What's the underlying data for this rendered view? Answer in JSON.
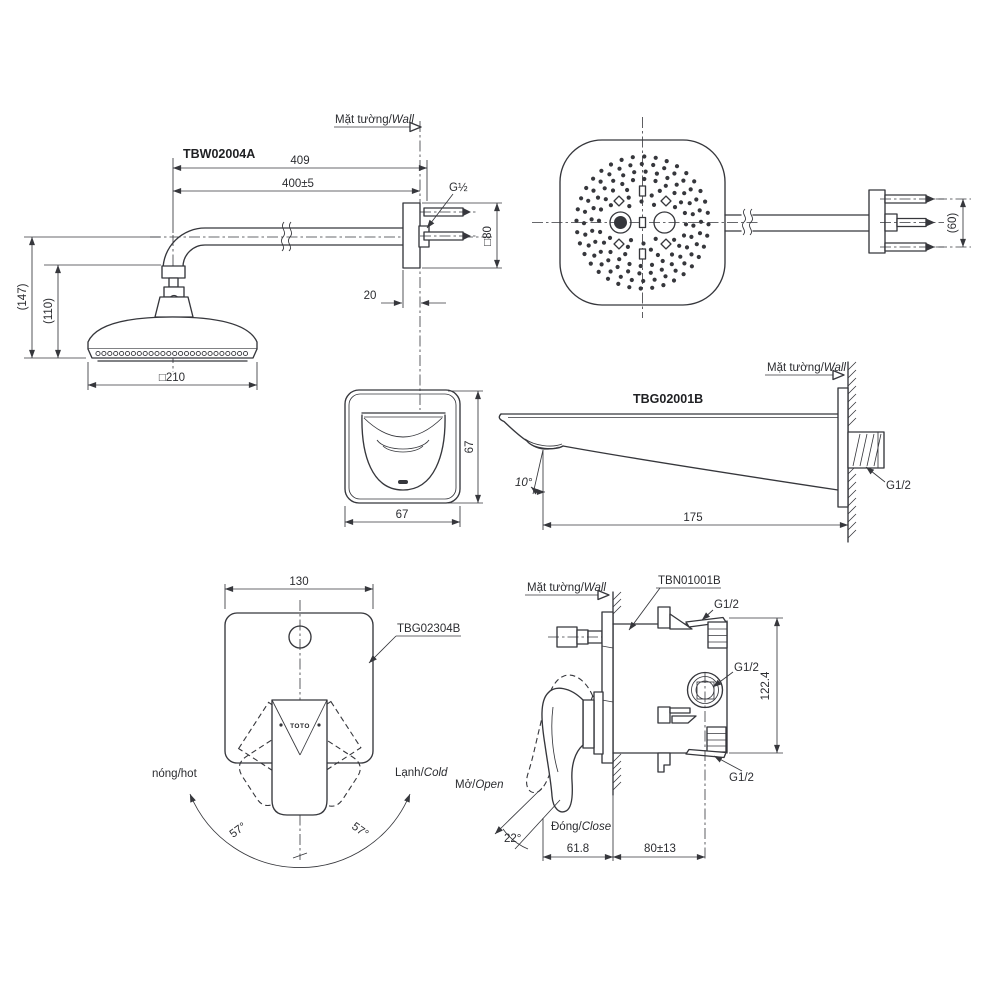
{
  "colors": {
    "background": "#ffffff",
    "line": "#36373c",
    "text": "#2b2c30"
  },
  "views": {
    "shower_head_side": {
      "part_no": "TBW02004A",
      "wall_label": {
        "vn": "Mặt tường/",
        "en": "Wall"
      },
      "dims": {
        "overall_length": "409",
        "arm_length": "400±5",
        "thread": "G½",
        "flange_square": "□80",
        "wall_offset": "20",
        "overall_height": "(147)",
        "head_height": "(110)",
        "head_square": "□210"
      }
    },
    "shower_head_face": {
      "dims": {
        "screw_span": "(60)"
      }
    },
    "spout_front": {
      "dims": {
        "width": "67",
        "height": "67"
      }
    },
    "spout_side": {
      "part_no": "TBG02001B",
      "wall_label": {
        "vn": "Mặt tường/",
        "en": "Wall"
      },
      "dims": {
        "angle": "10°",
        "length": "175",
        "thread": "G1/2"
      }
    },
    "mixer_trim_front": {
      "part_no": "TBG02304B",
      "logo": "TOTO",
      "hot_label": {
        "vn": "nóng/",
        "en": "hot"
      },
      "cold_label": {
        "vn": "Lạnh/",
        "en": "Cold"
      },
      "dims": {
        "width": "130",
        "swing_left": "57°",
        "swing_right": "57°"
      }
    },
    "mixer_valve_side": {
      "part_no": "TBN01001B",
      "wall_label": {
        "vn": "Mặt tường/",
        "en": "Wall"
      },
      "open_label": {
        "vn": "Mở/",
        "en": "Open"
      },
      "close_label": {
        "vn": "Đóng/",
        "en": "Close"
      },
      "dims": {
        "thread_top": "G1/2",
        "thread_mid": "G1/2",
        "thread_bottom": "G1/2",
        "height": "122.4",
        "open_angle": "22°",
        "handle_depth": "61.8",
        "body_depth": "80±13"
      }
    }
  }
}
